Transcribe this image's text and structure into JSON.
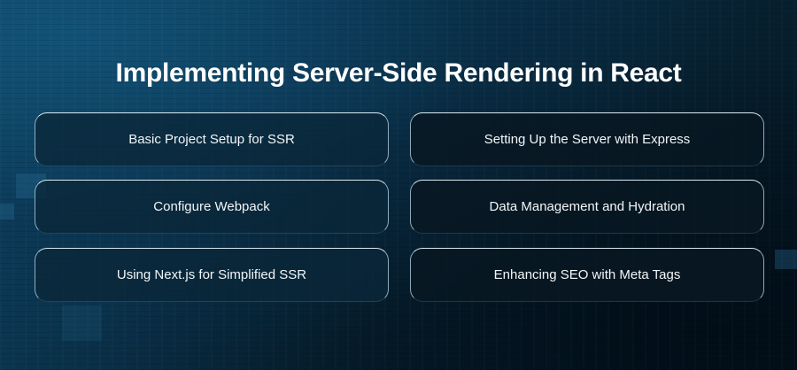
{
  "title": "Implementing Server-Side Rendering in React",
  "cards": [
    {
      "label": "Basic Project Setup for SSR"
    },
    {
      "label": "Setting Up the Server with Express"
    },
    {
      "label": "Configure Webpack"
    },
    {
      "label": "Data Management and Hydration"
    },
    {
      "label": "Using Next.js for Simplified SSR"
    },
    {
      "label": "Enhancing SEO with Meta Tags"
    }
  ],
  "colors": {
    "background_dark": "#051620",
    "background_accent": "#0f4a6a",
    "card_border": "#cfe3ec",
    "text": "#ffffff"
  }
}
